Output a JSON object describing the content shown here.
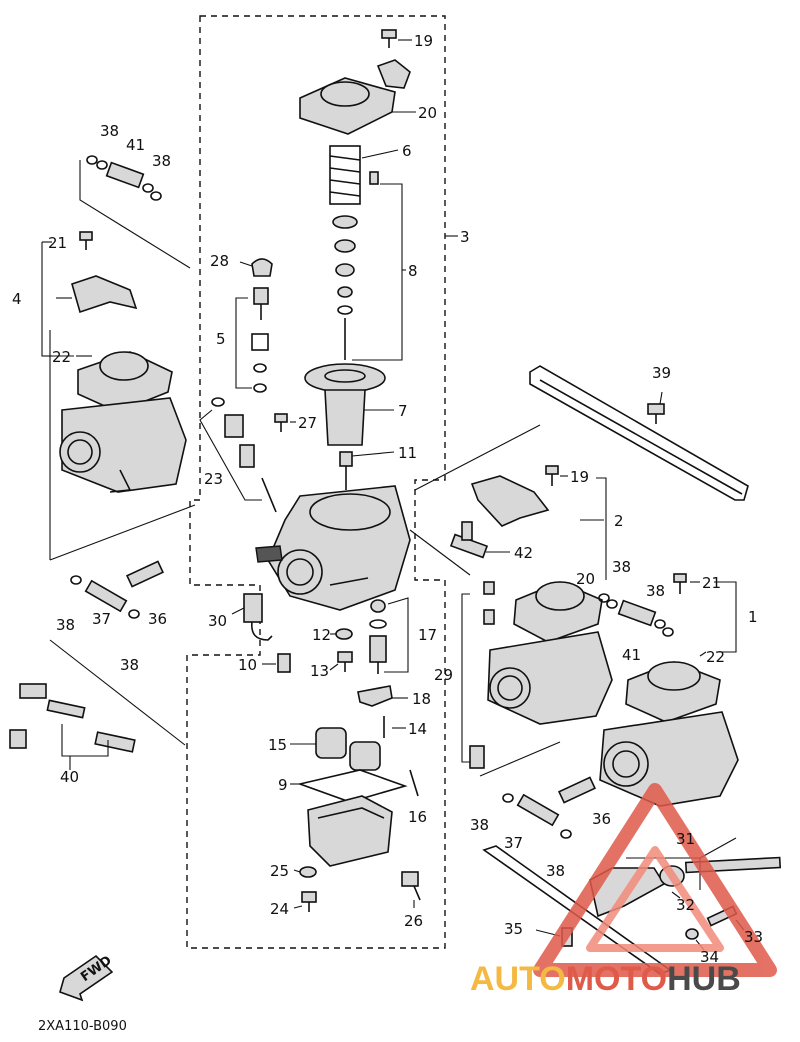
{
  "diagram_code": "2XA110-B090",
  "fwd_label": "FWD",
  "watermark": {
    "auto": "AUTO",
    "moto": "MOTO",
    "hub": "HUB",
    "color_auto": "#f4b942",
    "color_moto": "#e05a4a",
    "color_hub": "#4a4a4a"
  },
  "callouts": [
    "1",
    "2",
    "3",
    "4",
    "5",
    "6",
    "7",
    "8",
    "9",
    "10",
    "11",
    "12",
    "13",
    "14",
    "15",
    "16",
    "17",
    "18",
    "19",
    "20",
    "21",
    "22",
    "23",
    "24",
    "25",
    "26",
    "27",
    "28",
    "29",
    "30",
    "31",
    "32",
    "33",
    "34",
    "35",
    "36",
    "37",
    "38",
    "39",
    "40",
    "41",
    "42"
  ]
}
